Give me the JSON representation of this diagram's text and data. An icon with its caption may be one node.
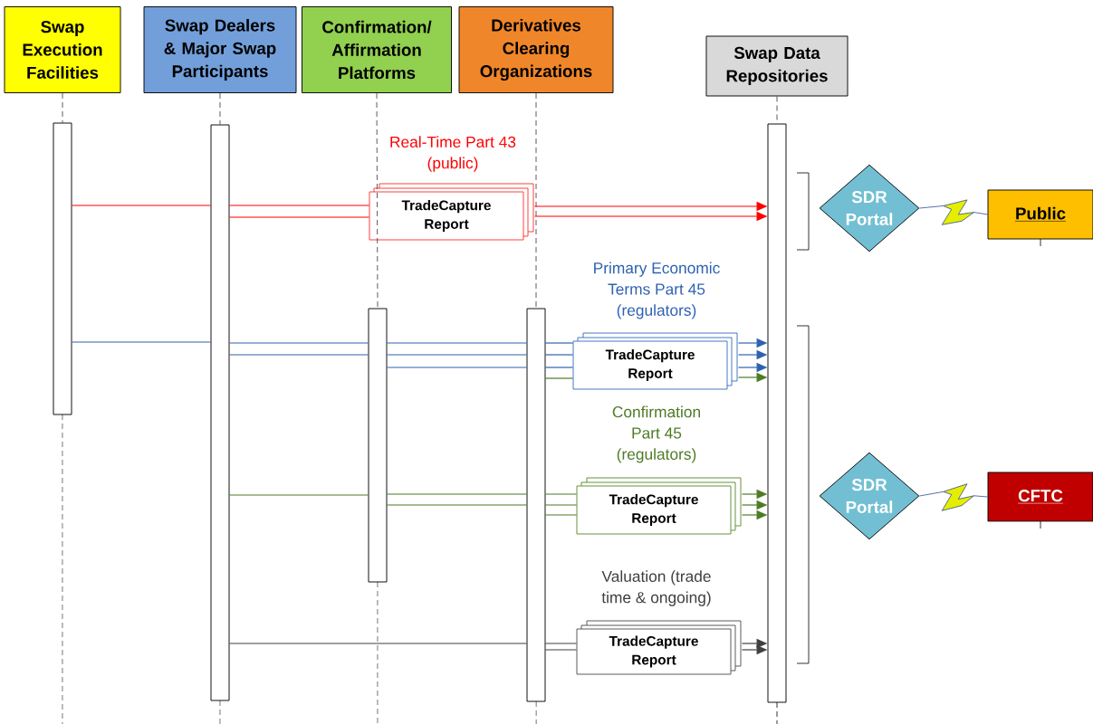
{
  "diagram": {
    "nodes": [
      {
        "text": [
          "Swap Execution Facilities"
        ]
      },
      {
        "text": [
          "Swap Dealers & Major Swap Participants"
        ]
      },
      {
        "text": [
          "Confirmation/ Affirmation Platforms"
        ]
      },
      {
        "text": [
          "Derivatives Clearing Organizations"
        ]
      },
      {
        "text": [
          "Swap Data Repositories"
        ]
      },
      {
        "text": [],
        "shape": "bar"
      },
      {
        "text": [],
        "shape": "bar"
      },
      {
        "text": [],
        "shape": "bar"
      },
      {
        "text": [],
        "shape": "bar"
      },
      {
        "text": [],
        "shape": "bar"
      },
      {
        "text": [
          "TradeCapture Report"
        ],
        "beside": [
          "Real-Time Part 43 (public)"
        ]
      },
      {
        "text": [
          "TradeCapture Report"
        ],
        "beside": [
          "Primary Economic Terms Part 45 (regulators)"
        ]
      },
      {
        "text": [
          "TradeCapture Report"
        ],
        "beside": [
          "Confirmation Part 45 (regulators)"
        ]
      },
      {
        "text": [
          "TradeCapture Report"
        ],
        "beside": [
          "Valuation (trade time & ongoing)"
        ]
      },
      {
        "text": [
          "SDR Portal"
        ]
      },
      {
        "text": [
          "Public"
        ]
      },
      {
        "text": [
          "SDR Portal"
        ]
      },
      {
        "text": [
          "CFTC"
        ]
      }
    ],
    "edges": [
      {
        "from": 0,
        "to": 5,
        "arrow": "none",
        "style": "dashed",
        "color": "#333333"
      },
      {
        "from": 1,
        "to": 6,
        "arrow": "none",
        "style": "dashed",
        "color": "#333333"
      },
      {
        "from": 2,
        "to": 7,
        "arrow": "none",
        "style": "dashed",
        "color": "#333333"
      },
      {
        "from": 3,
        "to": 8,
        "arrow": "none",
        "style": "dashed",
        "color": "#333333"
      },
      {
        "from": 4,
        "to": 9,
        "arrow": "none",
        "style": "dashed",
        "color": "#333333"
      },
      {
        "from": 5,
        "to": 6,
        "arrow": "none",
        "color": "#ff0000"
      },
      {
        "from": 6,
        "to": 10,
        "arrow": "none",
        "color": "#ff0000"
      },
      {
        "from": 6,
        "to": 10,
        "arrow": "none",
        "color": "#ff0000"
      },
      {
        "from": 10,
        "to": 9,
        "arrow": "to",
        "color": "#ff0000"
      },
      {
        "from": 10,
        "to": 9,
        "arrow": "to",
        "color": "#ff0000"
      },
      {
        "from": 5,
        "to": 6,
        "arrow": "none",
        "color": "#2e62b0"
      },
      {
        "from": 6,
        "to": 7,
        "arrow": "none",
        "color": "#2e62b0"
      },
      {
        "from": 6,
        "to": 7,
        "arrow": "none",
        "color": "#2e62b0"
      },
      {
        "from": 7,
        "to": 8,
        "arrow": "none",
        "color": "#2e62b0"
      },
      {
        "from": 7,
        "to": 8,
        "arrow": "none",
        "color": "#2e62b0"
      },
      {
        "from": 7,
        "to": 8,
        "arrow": "none",
        "color": "#2e62b0"
      },
      {
        "from": 8,
        "to": 11,
        "arrow": "none",
        "color": "#2e62b0"
      },
      {
        "from": 8,
        "to": 11,
        "arrow": "none",
        "color": "#2e62b0"
      },
      {
        "from": 8,
        "to": 11,
        "arrow": "none",
        "color": "#2e62b0"
      },
      {
        "from": 8,
        "to": 11,
        "arrow": "none",
        "color": "#4e7b25"
      },
      {
        "from": 11,
        "to": 9,
        "arrow": "to",
        "color": "#2e62b0"
      },
      {
        "from": 11,
        "to": 9,
        "arrow": "to",
        "color": "#2e62b0"
      },
      {
        "from": 11,
        "to": 9,
        "arrow": "to",
        "color": "#2e62b0"
      },
      {
        "from": 11,
        "to": 9,
        "arrow": "to",
        "color": "#4e7b25"
      },
      {
        "from": 6,
        "to": 7,
        "arrow": "none",
        "color": "#4e7b25"
      },
      {
        "from": 7,
        "to": 8,
        "arrow": "none",
        "color": "#4e7b25"
      },
      {
        "from": 7,
        "to": 8,
        "arrow": "none",
        "color": "#4e7b25"
      },
      {
        "from": 8,
        "to": 12,
        "arrow": "none",
        "color": "#4e7b25"
      },
      {
        "from": 8,
        "to": 12,
        "arrow": "none",
        "color": "#4e7b25"
      },
      {
        "from": 8,
        "to": 12,
        "arrow": "none",
        "color": "#4e7b25"
      },
      {
        "from": 12,
        "to": 9,
        "arrow": "to",
        "color": "#4e7b25"
      },
      {
        "from": 12,
        "to": 9,
        "arrow": "to",
        "color": "#4e7b25"
      },
      {
        "from": 12,
        "to": 9,
        "arrow": "to",
        "color": "#4e7b25"
      },
      {
        "from": 6,
        "to": 8,
        "arrow": "none",
        "color": "#404040"
      },
      {
        "from": 8,
        "to": 13,
        "arrow": "none",
        "color": "#404040"
      },
      {
        "from": 8,
        "to": 13,
        "arrow": "none",
        "color": "#404040"
      },
      {
        "from": 13,
        "to": 9,
        "arrow": "to",
        "color": "#404040"
      },
      {
        "from": 13,
        "to": 9,
        "arrow": "to",
        "color": "#404040"
      },
      {
        "from": 14,
        "to": 15,
        "arrow": "none"
      },
      {
        "from": 16,
        "to": 17,
        "arrow": "none"
      }
    ]
  }
}
